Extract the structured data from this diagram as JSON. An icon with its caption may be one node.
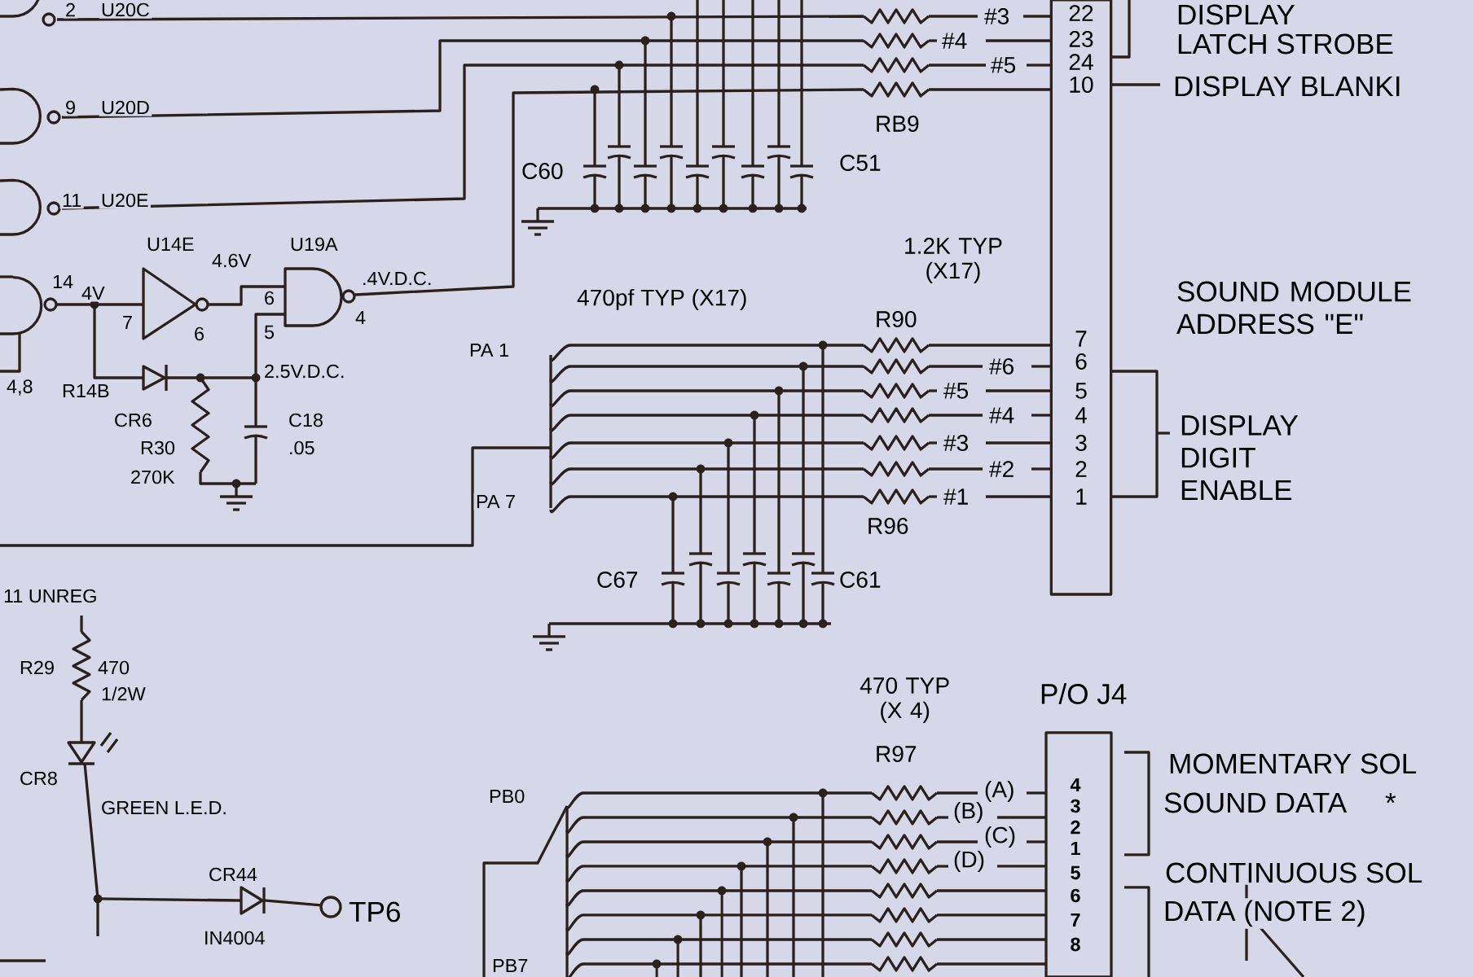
{
  "diagram": {
    "nodes": [
      {
        "text": [
          "22",
          "23",
          "24",
          "10",
          "7",
          "6",
          "5",
          "4",
          "3",
          "2",
          "1"
        ]
      },
      {
        "text": [
          "4",
          "3",
          "2",
          "1",
          "5",
          "6",
          "7",
          "8"
        ]
      }
    ],
    "labels": [
      "2",
      "U20C",
      "#3",
      "DISPLAY",
      "#4",
      "LATCH STROBE",
      "#5",
      "DISPLAY BLANKI",
      "9",
      "U20D",
      "RB9",
      "C60",
      "C51",
      "11",
      "U20E",
      "U14E",
      "4.6V",
      "U19A",
      "14",
      "4V",
      ".4V.D.C.",
      "470pf TYP (X17)",
      "1.2K TYP (X17)",
      "SOUND MODULE ADDRESS \"E\"",
      "7",
      "6",
      "6",
      "5",
      "4",
      "PA 1",
      "R90",
      "#6",
      "4,8",
      "R14B",
      "2.5V.D.C.",
      "#5",
      "CR6",
      "C18",
      "#4",
      "DISPLAY DIGIT ENABLE",
      "R30",
      ".05",
      "#3",
      "PA 7",
      "#2",
      "270K",
      "#1",
      "R96",
      "C67",
      "C61",
      "11 UNREG",
      "R29",
      "470",
      "1/2W",
      "470 TYP (X 4)",
      "P/O J4",
      "R97",
      "CR8",
      "MOMENTARY SOL",
      "(A)",
      "PB0",
      "GREEN L.E.D.",
      "SOUND DATA",
      "*",
      "(B)",
      "(C)",
      "(D)",
      "CR44",
      "CONTINUOUS SOL",
      "TP6",
      "DATA (NOTE 2)",
      "IN4004",
      "PB7"
    ]
  }
}
